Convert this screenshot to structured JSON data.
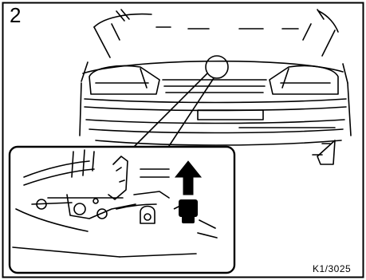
{
  "step_number": "2",
  "figure_code": "K1/3025",
  "colors": {
    "line": "#000000",
    "background": "#ffffff"
  },
  "illustration": {
    "subject": "car-front-view",
    "callout_marker": "hood-latch-location",
    "detail": "hood-latch-release-mechanism",
    "arrow_direction": "up"
  }
}
